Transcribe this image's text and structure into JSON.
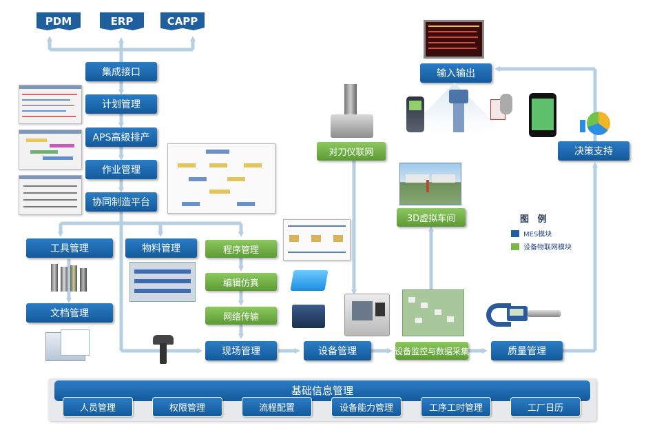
{
  "top_docs": [
    "PDM",
    "ERP",
    "CAPP"
  ],
  "mes": {
    "integration": "集成接口",
    "plan": "计划管理",
    "aps": "APS高级排产",
    "job": "作业管理",
    "collab": "协同制造平台",
    "tool": "工具管理",
    "material": "物料管理",
    "docmgmt": "文档管理",
    "site": "现场管理",
    "equipment": "设备管理",
    "quality": "质量管理",
    "io": "输入输出",
    "decision": "决策支持"
  },
  "iot": {
    "toolsetter": "对刀仪联网",
    "program": "程序管理",
    "simulation": "编辑仿真",
    "network": "网络传输",
    "monitor": "设备监控与数据采集",
    "virtual3d": "3D虚拟车间"
  },
  "legend": {
    "title": "图 例",
    "mes_label": "MES模块",
    "iot_label": "设备物联网模块",
    "mes_color": "#1f5f9e",
    "iot_color": "#7ab648"
  },
  "base": {
    "title": "基础信息管理",
    "items": [
      "人员管理",
      "权限管理",
      "流程配置",
      "设备能力管理",
      "工序工时管理",
      "工厂日历"
    ]
  },
  "colors": {
    "arrow": "#b7cfe3",
    "mes_blue": "#1f5f9e",
    "iot_green": "#7ab648"
  }
}
